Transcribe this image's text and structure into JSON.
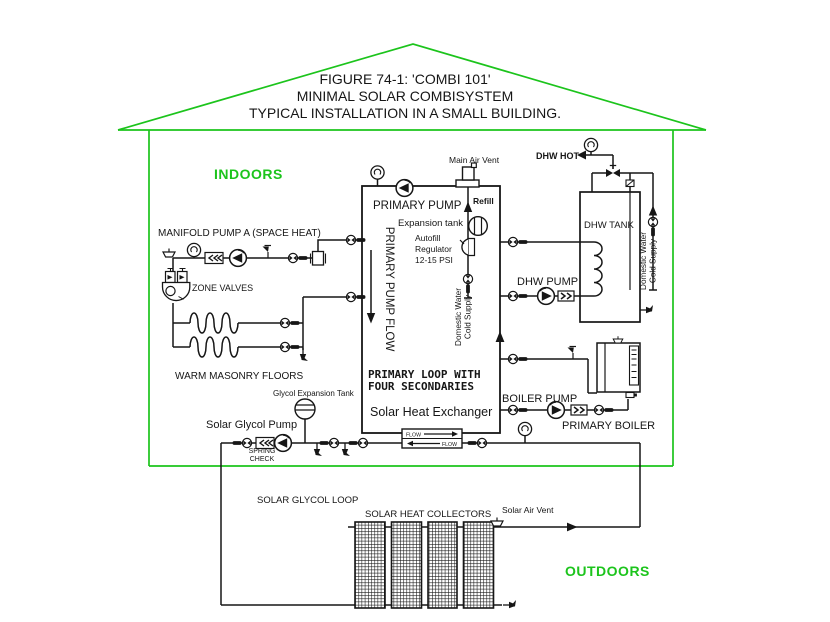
{
  "figure": {
    "title_lines": [
      "FIGURE 74-1: 'COMBI 101'",
      "MINIMAL SOLAR COMBISYSTEM",
      "TYPICAL INSTALLATION IN A SMALL BUILDING."
    ]
  },
  "zones": {
    "indoors": "INDOORS",
    "outdoors": "OUTDOORS"
  },
  "components": {
    "main_air_vent": "Main Air Vent",
    "dhw_hot": "DHW HOT",
    "primary_pump": "PRIMARY PUMP",
    "refill": "Refill",
    "expansion_tank": "Expansion tank",
    "autofill_lines": [
      "Autofill",
      "Regulator",
      "12-15 PSI"
    ],
    "manifold_pump": "MANIFOLD PUMP A (SPACE HEAT)",
    "zone_valves": "ZONE VALVES",
    "primary_pump_flow": "PRIMARY PUMP FLOW",
    "dhw_tank": "DHW TANK",
    "dhw_pump": "DHW PUMP",
    "domestic_water_lines": [
      "Domestic Water",
      "Cold Supply"
    ],
    "warm_masonry_floors": "WARM MASONRY FLOORS",
    "primary_loop_lines": [
      "PRIMARY LOOP WITH",
      "FOUR SECONDARIES"
    ],
    "solar_heat_exchanger": "Solar Heat Exchanger",
    "boiler_pump": "BOILER PUMP",
    "primary_boiler": "PRIMARY BOILER",
    "glycol_expansion_tank": "Glycol Expansion Tank",
    "solar_glycol_pump": "Solar Glycol Pump",
    "spring_check_lines": [
      "SPRING",
      "CHECK"
    ],
    "flow": "FLOW",
    "solar_glycol_loop": "SOLAR GLYCOL LOOP",
    "solar_heat_collectors": "SOLAR HEAT COLLECTORS",
    "solar_air_vent": "Solar Air Vent"
  },
  "colors": {
    "house_outline": "#1cc41c",
    "diagram_line": "#161616",
    "background": "#ffffff"
  }
}
